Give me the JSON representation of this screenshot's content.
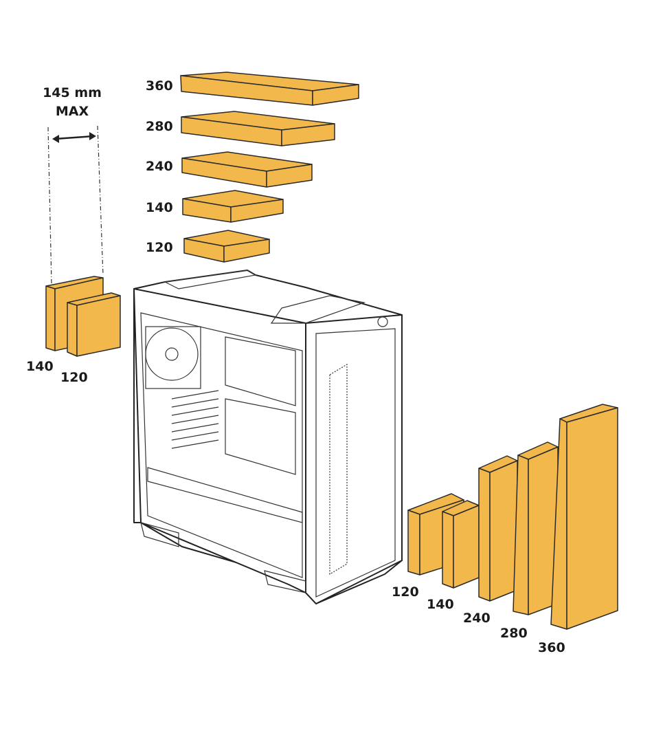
{
  "colors": {
    "radiator": "#F2B84B",
    "outline": "#222222"
  },
  "clearance": {
    "value": "145 mm",
    "suffix": "MAX"
  },
  "top_radiators": [
    "360",
    "280",
    "240",
    "140",
    "120"
  ],
  "rear_radiators": [
    "140",
    "120"
  ],
  "front_radiators": [
    "120",
    "140",
    "240",
    "280",
    "360"
  ]
}
